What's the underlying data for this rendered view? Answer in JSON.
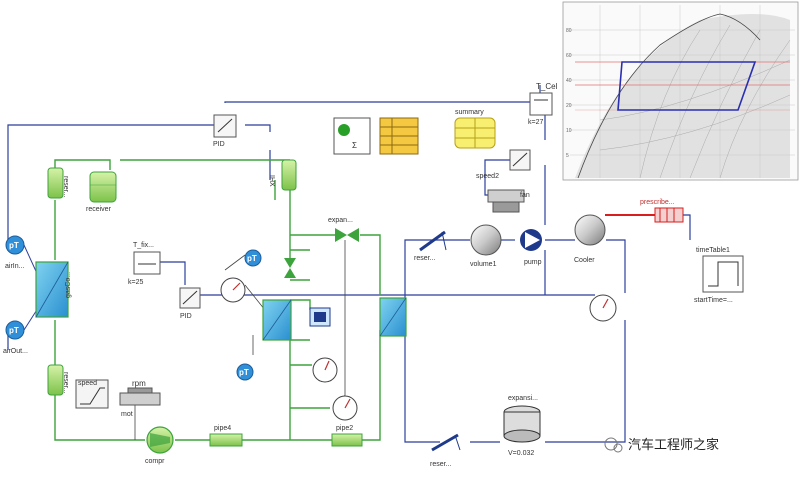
{
  "diagram": {
    "labels": {
      "receiver": "receiver",
      "summary": "summary",
      "expansion_top": "expan...",
      "speed2": "speed2",
      "t_cel": "T_Cel",
      "k_top": "k=27",
      "pid_top": "PID",
      "pid_mid": "PID",
      "t_src": "T_fix...",
      "k_mid": "k=25",
      "volume": "volume1",
      "pump": "pump",
      "cooler_label": "Cooler",
      "prescribe": "prescribe...",
      "timetable": "timeTable1",
      "start_time": "startTime=...",
      "expansion_bottom": "expansi...",
      "volume_value": "V=0.032",
      "compressor": "compr",
      "rpm": "rpm",
      "pipe4": "pipe4",
      "pipe2": "pipe2",
      "air_in": "airIn...",
      "air_out": "airOut...",
      "gas_cooler": "gasCo...",
      "speed1": "speed",
      "reservoir_top": "reser...",
      "reservoir_bottom": "reser...",
      "fan": "fan",
      "ihx": "IHX",
      "mot": "mot"
    },
    "sensor_badges": [
      "pT",
      "pT",
      "pT",
      "pT"
    ],
    "watermark": "汽车工程师之家",
    "colors": {
      "refrigerant_line": "#3da33d",
      "coolant_line": "#2c3f9c",
      "air_line": "#1f3a8a",
      "valve_red": "#d81e1e",
      "sensor_blue": "#2f8fd8"
    },
    "ph_chart": {
      "type": "pressure-enthalpy diagram",
      "highlight_color": "#2a2fb0"
    }
  }
}
